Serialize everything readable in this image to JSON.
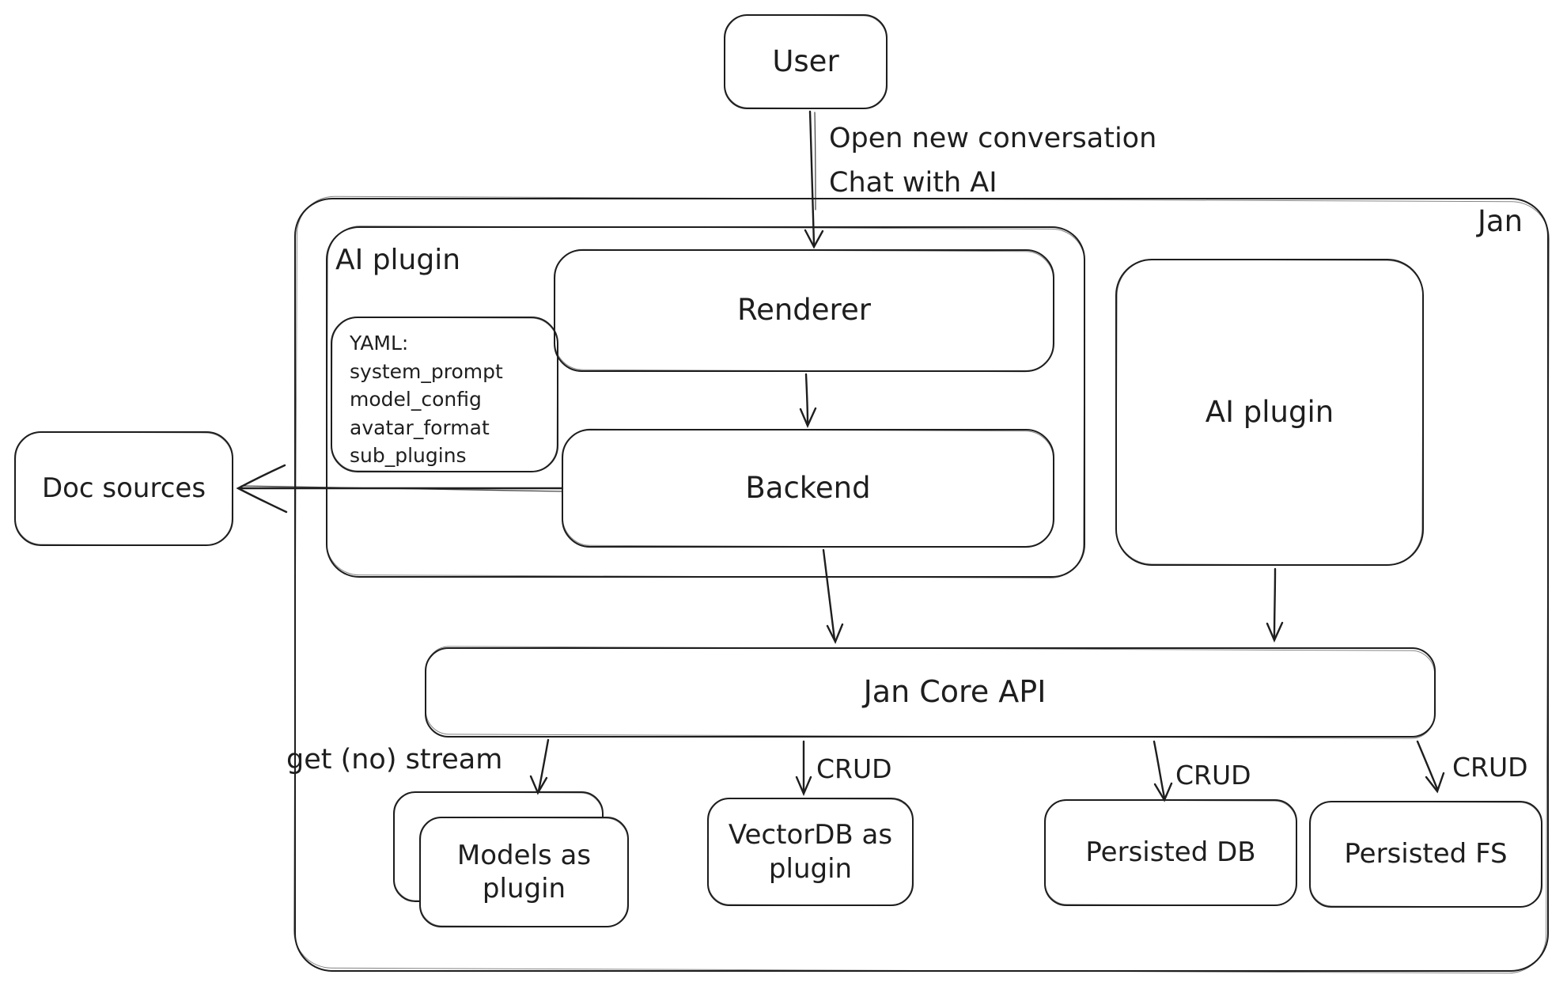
{
  "nodes": {
    "user": "User",
    "jan": "Jan",
    "ai_plugin_group": "AI plugin",
    "renderer": "Renderer",
    "backend": "Backend",
    "ai_plugin_right": "AI plugin",
    "doc_sources": "Doc sources",
    "jan_core_api": "Jan Core API",
    "models": "Models as plugin",
    "vectordb": "VectorDB as plugin",
    "persisted_db": "Persisted DB",
    "persisted_fs": "Persisted FS"
  },
  "yaml_note": {
    "title": "YAML:",
    "lines": [
      "system_prompt",
      "model_config",
      "avatar_format",
      "sub_plugins"
    ]
  },
  "edge_labels": {
    "user_flow_line1": "Open new conversation",
    "user_flow_line2": "Chat with AI",
    "get_stream": "get (no) stream",
    "crud_vectordb": "CRUD",
    "crud_persisted_db": "CRUD",
    "crud_persisted_fs": "CRUD"
  },
  "colors": {
    "stroke": "#1e1e1e",
    "background": "#ffffff"
  }
}
